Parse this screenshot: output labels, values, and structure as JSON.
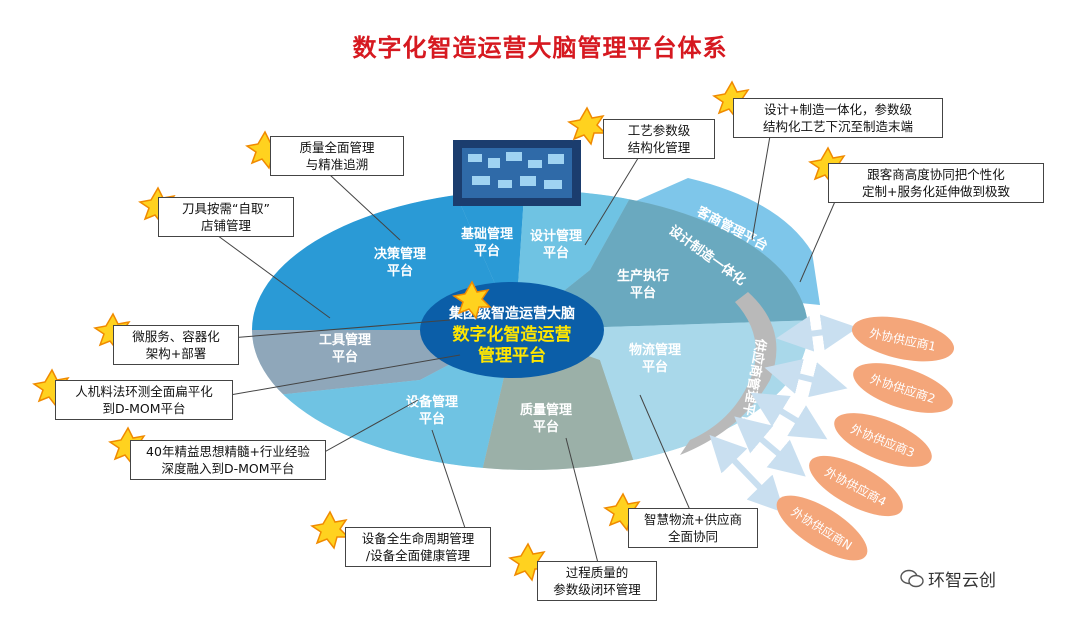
{
  "title": "数字化智造运营大脑管理平台体系",
  "center": {
    "line1": "集团级智造运营大脑",
    "line2": "数字化智造运营",
    "line3": "管理平台"
  },
  "segments": {
    "jichu": [
      "基础管理",
      "平台"
    ],
    "sheji": [
      "设计管理",
      "平台"
    ],
    "juece": [
      "决策管理",
      "平台"
    ],
    "shengchan": [
      "生产执行",
      "平台"
    ],
    "gongju": [
      "工具管理",
      "平台"
    ],
    "wuliu": [
      "物流管理",
      "平台"
    ],
    "shebei": [
      "设备管理",
      "平台"
    ],
    "zhiliang": [
      "质量管理",
      "平台"
    ]
  },
  "arcs": {
    "kehu": "客商管理平台",
    "sheji_zhizao": "设计制造一体化",
    "gongying": "供应商管理平台"
  },
  "suppliers": [
    "外协供应商1",
    "外协供应商2",
    "外协供应商3",
    "外协供应商4",
    "外协供应商N"
  ],
  "callouts": {
    "quality_top": [
      "质量全面管理",
      "与精准追溯"
    ],
    "tools": [
      "刀具按需“自取”",
      "店铺管理"
    ],
    "process": [
      "工艺参数级",
      "结构化管理"
    ],
    "design_mfg": [
      "设计+制造一体化，参数级",
      "结构化工艺下沉至制造末端"
    ],
    "customer": [
      "跟客商高度协同把个性化",
      "定制+服务化延伸做到极致"
    ],
    "micro": [
      "微服务、容器化",
      "架构+部署"
    ],
    "renji": [
      "人机料法环测全面扁平化",
      "到D-MOM平台"
    ],
    "lean": [
      "40年精益思想精髓+行业经验",
      "深度融入到D-MOM平台"
    ],
    "equip": [
      "设备全生命周期管理",
      "/设备全面健康管理"
    ],
    "logistics": [
      "智慧物流+供应商",
      "全面协同"
    ],
    "process_quality": [
      "过程质量的",
      "参数级闭环管理"
    ]
  },
  "watermark": "环智云创",
  "colors": {
    "title": "#d61920",
    "center": "#0b5ea8",
    "center_text": "#ffe600",
    "ring_blue": "#2a9ad6",
    "ring_light": "#6fc3e3",
    "ring_pale": "#a9d8ea",
    "ring_gray": "#8fa7ba",
    "supplier": "#f4a67a",
    "star": "#ffd21f"
  }
}
